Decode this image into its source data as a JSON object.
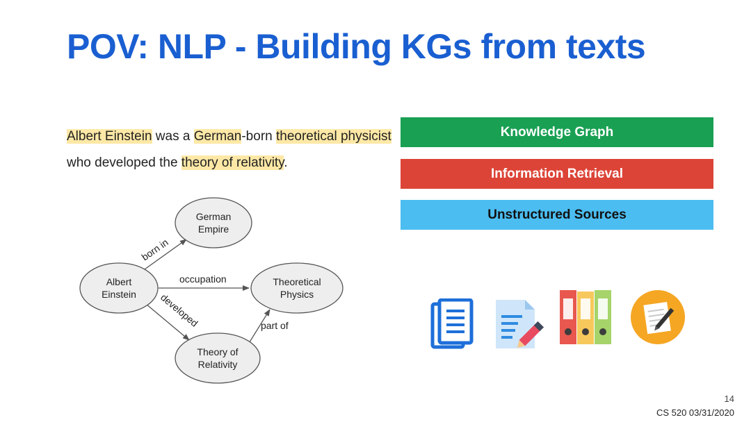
{
  "slide": {
    "title": "POV: NLP - Building KGs from texts",
    "page_number": "14",
    "course_date": "CS 520 03/31/2020"
  },
  "sentence": {
    "segments": [
      {
        "text": "Albert Einstein",
        "highlight": true
      },
      {
        "text": " was a ",
        "highlight": false
      },
      {
        "text": "German",
        "highlight": true
      },
      {
        "text": "-born ",
        "highlight": false
      },
      {
        "text": "theoretical physicist",
        "highlight": true
      },
      {
        "text": " who developed the ",
        "highlight": false
      },
      {
        "text": "theory of relativity",
        "highlight": true
      },
      {
        "text": ".",
        "highlight": false
      }
    ]
  },
  "graph": {
    "nodes": {
      "german_empire": [
        "German",
        "Empire"
      ],
      "albert_einstein": [
        "Albert",
        "Einstein"
      ],
      "theoretical_physics": [
        "Theoretical",
        "Physics"
      ],
      "theory_of_relativity": [
        "Theory of",
        "Relativity"
      ]
    },
    "edges": {
      "born_in": "born in",
      "occupation": "occupation",
      "developed": "developed",
      "part_of": "part of"
    }
  },
  "stack": {
    "knowledge_graph": "Knowledge Graph",
    "information_retrieval": "Information Retrieval",
    "unstructured_sources": "Unstructured Sources"
  },
  "colors": {
    "title": "#1a5fd1",
    "highlight": "#fde8a6",
    "knowledge_graph": "#19a053",
    "information_retrieval": "#dc4437",
    "unstructured_sources": "#4bbdf1"
  },
  "icons": [
    "documents-icon",
    "document-edit-icon",
    "binders-icon",
    "note-pen-icon"
  ]
}
